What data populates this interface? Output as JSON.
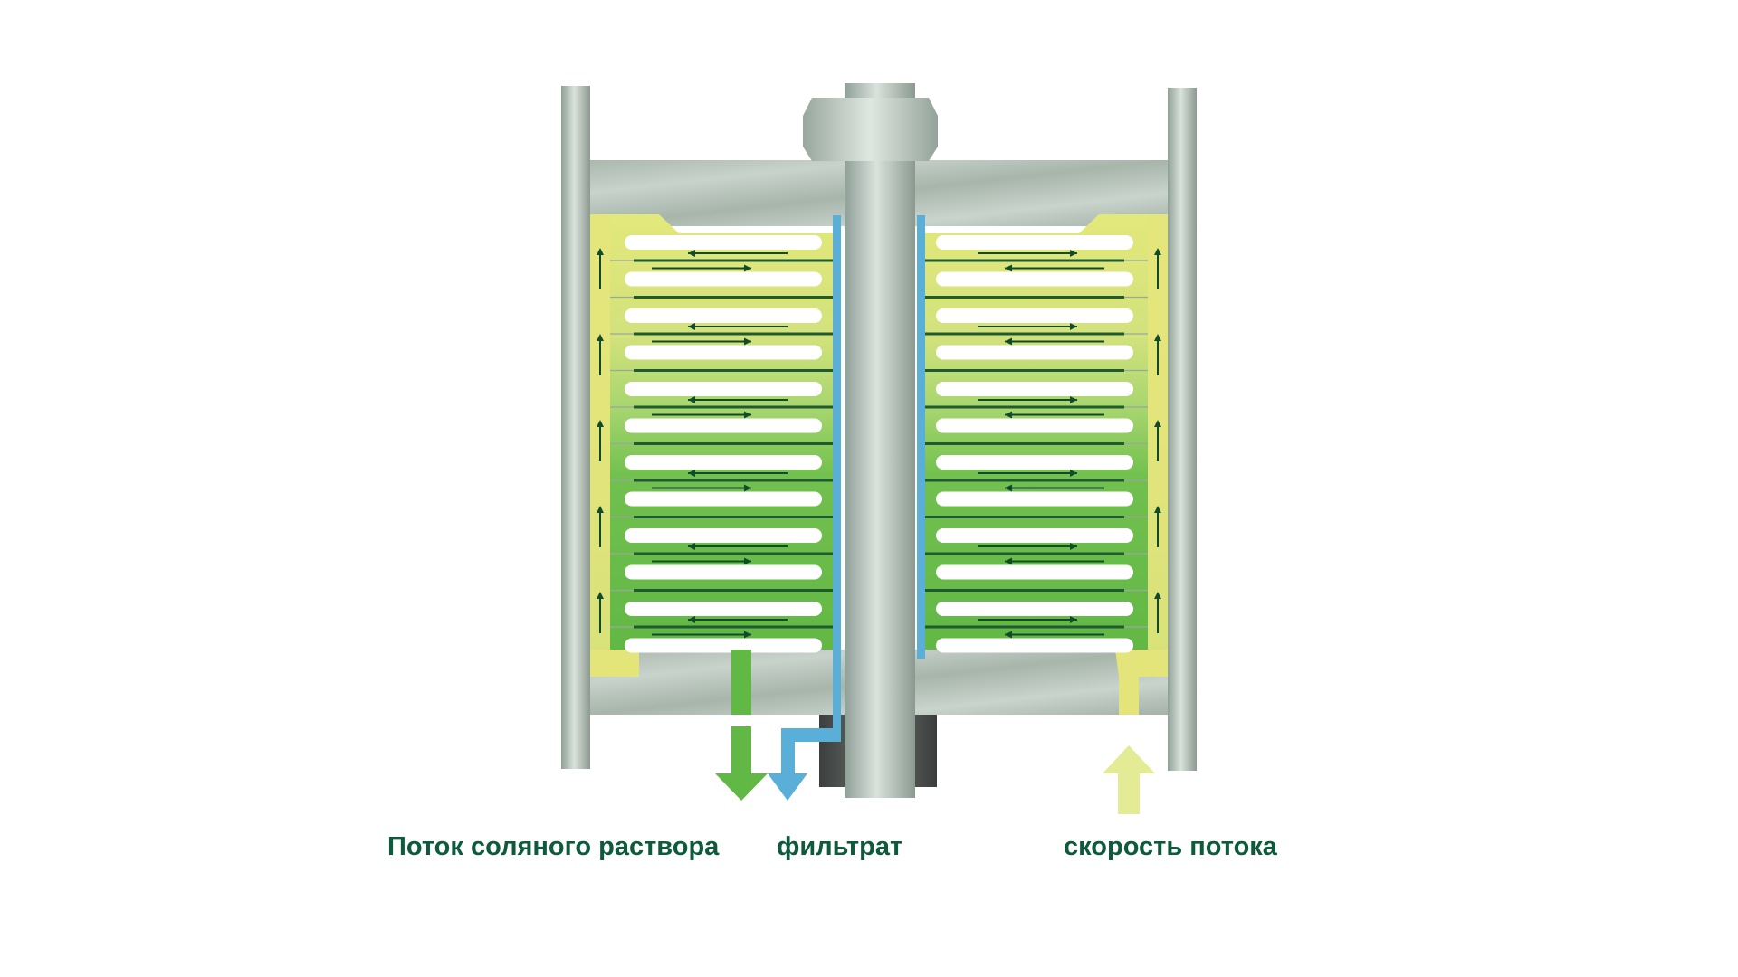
{
  "labels": {
    "brine": "Поток соляного раствора",
    "filtrate": "фильтрат",
    "feed": "скорость потока"
  },
  "colors": {
    "brine": "#66bb44",
    "filtrate": "#5aafd8",
    "feed": "#e3eb95",
    "caption": "#0e5a3c",
    "metal": "#b5c2b8",
    "flow_arrow": "#124a2c"
  },
  "icons": [
    "brine-outlet-arrow-icon",
    "filtrate-outlet-arrow-icon",
    "feed-inlet-arrow-icon",
    "hex-nut-icon"
  ]
}
